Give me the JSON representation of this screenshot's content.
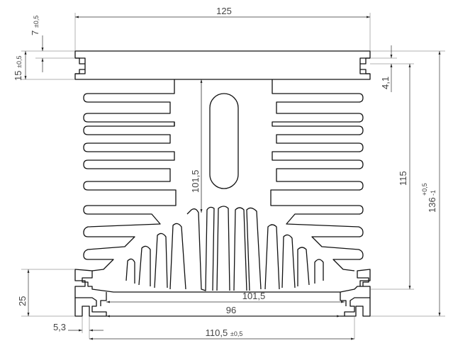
{
  "drawing": {
    "type": "heatsink-profile-dimension-drawing",
    "dimensions": {
      "top_width": "125",
      "flange_thickness": "7",
      "flange_thickness_tol": "±0,5",
      "slot_depth": "15",
      "slot_depth_tol": "±0,5",
      "slot_offset": "4,1",
      "inner_height": "115",
      "total_height_main": "136",
      "total_height_tol_upper": "+0,5",
      "total_height_tol_lower": "-1",
      "center_fin_height": "101,5",
      "bottom_width_inner": "101,5",
      "bottom_slot_span": "96",
      "foot_height": "25",
      "foot_slot_width": "5,3",
      "base_width_main": "110,5",
      "base_width_tol": "±0,5"
    },
    "colors": {
      "line": "#111111",
      "dimension": "#333333",
      "text": "#444444",
      "background": "#ffffff"
    }
  }
}
